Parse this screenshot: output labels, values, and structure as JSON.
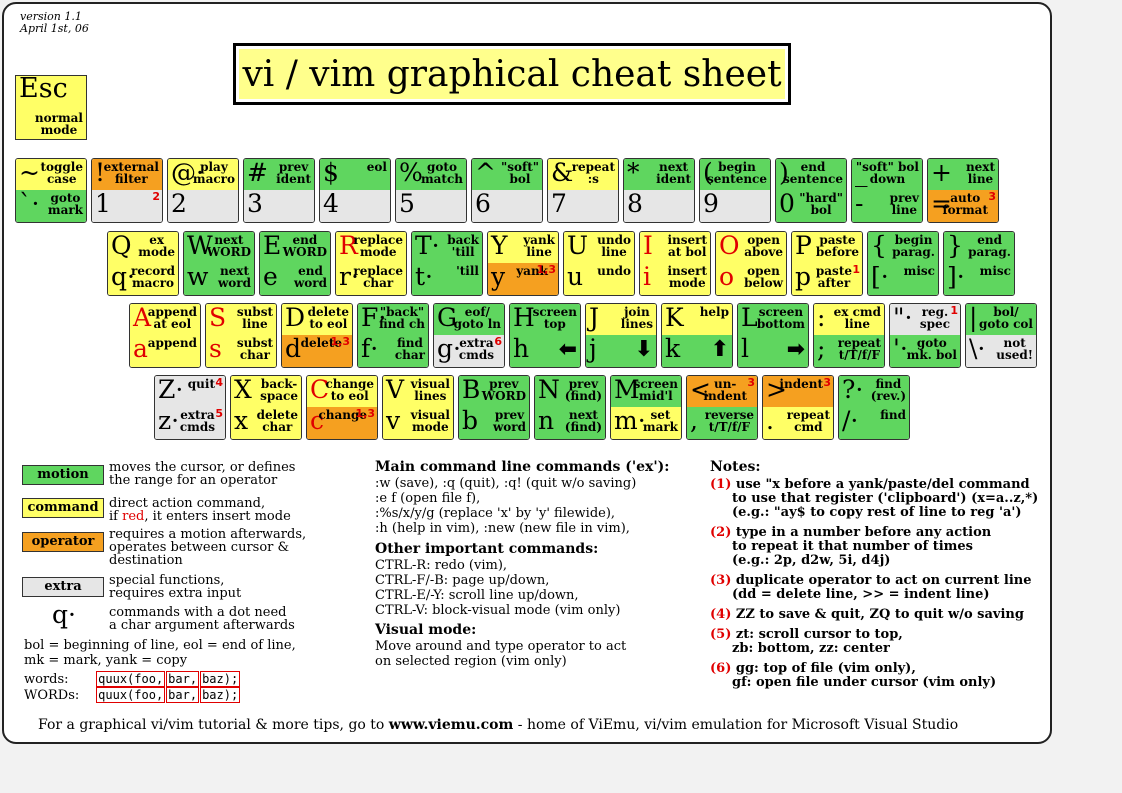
{
  "version": [
    "version 1.1",
    "April 1st, 06"
  ],
  "title": "vi / vim graphical cheat sheet",
  "esc": {
    "char": "Esc",
    "desc": "normal\nmode"
  },
  "rows": [
    [
      {
        "top": {
          "c": "~",
          "d": "toggle\ncase",
          "k": "y"
        },
        "bot": {
          "c": "`·",
          "d": "goto\nmark",
          "k": "g"
        }
      },
      {
        "top": {
          "c": "!",
          "d": "external\nfilter",
          "k": "o"
        },
        "bot": {
          "c": "1",
          "d": "",
          "k": "x",
          "s": "2"
        }
      },
      {
        "top": {
          "c": "@·",
          "d": "play\nmacro",
          "k": "y"
        },
        "bot": {
          "c": "2",
          "d": "",
          "k": "x"
        }
      },
      {
        "top": {
          "c": "#",
          "d": "prev\nident",
          "k": "g"
        },
        "bot": {
          "c": "3",
          "d": "",
          "k": "x"
        }
      },
      {
        "top": {
          "c": "$",
          "d": "eol",
          "k": "g"
        },
        "bot": {
          "c": "4",
          "d": "",
          "k": "x"
        }
      },
      {
        "top": {
          "c": "%",
          "d": "goto\nmatch",
          "k": "g"
        },
        "bot": {
          "c": "5",
          "d": "",
          "k": "x"
        }
      },
      {
        "top": {
          "c": "^",
          "d": "\"soft\"\nbol",
          "k": "g"
        },
        "bot": {
          "c": "6",
          "d": "",
          "k": "x"
        }
      },
      {
        "top": {
          "c": "&",
          "d": "repeat\n:s",
          "k": "y"
        },
        "bot": {
          "c": "7",
          "d": "",
          "k": "x"
        }
      },
      {
        "top": {
          "c": "*",
          "d": "next\nident",
          "k": "g"
        },
        "bot": {
          "c": "8",
          "d": "",
          "k": "x"
        }
      },
      {
        "top": {
          "c": "(",
          "d": "begin\nsentence",
          "k": "g"
        },
        "bot": {
          "c": "9",
          "d": "",
          "k": "x"
        }
      },
      {
        "top": {
          "c": ")",
          "d": "end\nsentence",
          "k": "g"
        },
        "bot": {
          "c": "0",
          "d": "\"hard\"\nbol",
          "k": "g"
        }
      },
      {
        "top": {
          "c": "_",
          "d": "\"soft\" bol\ndown",
          "k": "g"
        },
        "bot": {
          "c": "-",
          "d": "prev\nline",
          "k": "g"
        }
      },
      {
        "top": {
          "c": "+",
          "d": "next\nline",
          "k": "g"
        },
        "bot": {
          "c": "=",
          "d": "auto\nformat",
          "k": "o",
          "s": "3"
        }
      }
    ],
    [
      {
        "top": {
          "c": "Q",
          "d": "ex\nmode",
          "k": "y"
        },
        "bot": {
          "c": "q·",
          "d": "record\nmacro",
          "k": "y"
        }
      },
      {
        "top": {
          "c": "W",
          "d": "next\nWORD",
          "k": "g"
        },
        "bot": {
          "c": "w",
          "d": "next\nword",
          "k": "g"
        }
      },
      {
        "top": {
          "c": "E",
          "d": "end\nWORD",
          "k": "g"
        },
        "bot": {
          "c": "e",
          "d": "end\nword",
          "k": "g"
        }
      },
      {
        "top": {
          "c": "R",
          "d": "replace\nmode",
          "k": "y",
          "r": true
        },
        "bot": {
          "c": "r·",
          "d": "replace\nchar",
          "k": "y"
        }
      },
      {
        "top": {
          "c": "T·",
          "d": "back\n'till",
          "k": "g"
        },
        "bot": {
          "c": "t·",
          "d": "'till",
          "k": "g"
        }
      },
      {
        "top": {
          "c": "Y",
          "d": "yank\nline",
          "k": "y"
        },
        "bot": {
          "c": "y",
          "d": "yank",
          "k": "o",
          "s": "1,3"
        }
      },
      {
        "top": {
          "c": "U",
          "d": "undo\nline",
          "k": "y"
        },
        "bot": {
          "c": "u",
          "d": "undo",
          "k": "y"
        }
      },
      {
        "top": {
          "c": "I",
          "d": "insert\nat bol",
          "k": "y",
          "r": true
        },
        "bot": {
          "c": "i",
          "d": "insert\nmode",
          "k": "y",
          "r": true
        }
      },
      {
        "top": {
          "c": "O",
          "d": "open\nabove",
          "k": "y",
          "r": true
        },
        "bot": {
          "c": "o",
          "d": "open\nbelow",
          "k": "y",
          "r": true
        }
      },
      {
        "top": {
          "c": "P",
          "d": "paste\nbefore",
          "k": "y"
        },
        "bot": {
          "c": "p",
          "d": "paste\nafter",
          "k": "y",
          "s": "1"
        }
      },
      {
        "top": {
          "c": "{",
          "d": "begin\nparag.",
          "k": "g"
        },
        "bot": {
          "c": "[·",
          "d": "misc",
          "k": "g"
        }
      },
      {
        "top": {
          "c": "}",
          "d": "end\nparag.",
          "k": "g"
        },
        "bot": {
          "c": "]·",
          "d": "misc",
          "k": "g"
        }
      }
    ],
    [
      {
        "top": {
          "c": "A",
          "d": "append\nat eol",
          "k": "y",
          "r": true
        },
        "bot": {
          "c": "a",
          "d": "append",
          "k": "y",
          "r": true
        }
      },
      {
        "top": {
          "c": "S",
          "d": "subst\nline",
          "k": "y",
          "r": true
        },
        "bot": {
          "c": "s",
          "d": "subst\nchar",
          "k": "y",
          "r": true
        }
      },
      {
        "top": {
          "c": "D",
          "d": "delete\nto eol",
          "k": "y"
        },
        "bot": {
          "c": "d",
          "d": "delete",
          "k": "o",
          "s": "1,3"
        }
      },
      {
        "top": {
          "c": "F·",
          "d": "\"back\"\nfind ch",
          "k": "g"
        },
        "bot": {
          "c": "f·",
          "d": "find\nchar",
          "k": "g"
        }
      },
      {
        "top": {
          "c": "G",
          "d": "eof/\ngoto ln",
          "k": "g"
        },
        "bot": {
          "c": "g·",
          "d": "extra\ncmds",
          "k": "x",
          "s": "6"
        }
      },
      {
        "top": {
          "c": "H",
          "d": "screen\ntop",
          "k": "g"
        },
        "bot": {
          "c": "h",
          "d": "⬅",
          "k": "g"
        }
      },
      {
        "top": {
          "c": "J",
          "d": "join\nlines",
          "k": "y"
        },
        "bot": {
          "c": "j",
          "d": "⬇",
          "k": "g"
        }
      },
      {
        "top": {
          "c": "K",
          "d": "help",
          "k": "y"
        },
        "bot": {
          "c": "k",
          "d": "⬆",
          "k": "g"
        }
      },
      {
        "top": {
          "c": "L",
          "d": "screen\nbottom",
          "k": "g"
        },
        "bot": {
          "c": "l",
          "d": "➡",
          "k": "g"
        }
      },
      {
        "top": {
          "c": ":",
          "d": "ex cmd\nline",
          "k": "y"
        },
        "bot": {
          "c": ";",
          "d": "repeat\nt/T/f/F",
          "k": "g"
        }
      },
      {
        "top": {
          "c": "\"·",
          "d": "reg.\nspec",
          "k": "x",
          "s": "1"
        },
        "bot": {
          "c": "'·",
          "d": "goto\nmk. bol",
          "k": "g"
        }
      },
      {
        "top": {
          "c": "|",
          "d": "bol/\ngoto col",
          "k": "g"
        },
        "bot": {
          "c": "\\·",
          "d": "not\nused!",
          "k": "x"
        }
      }
    ],
    [
      {
        "top": {
          "c": "Z·",
          "d": "quit",
          "k": "x",
          "s": "4"
        },
        "bot": {
          "c": "z·",
          "d": "extra\ncmds",
          "k": "x",
          "s": "5"
        }
      },
      {
        "top": {
          "c": "X",
          "d": "back-\nspace",
          "k": "y"
        },
        "bot": {
          "c": "x",
          "d": "delete\nchar",
          "k": "y"
        }
      },
      {
        "top": {
          "c": "C",
          "d": "change\nto eol",
          "k": "y",
          "r": true
        },
        "bot": {
          "c": "c",
          "d": "change",
          "k": "o",
          "r": true,
          "s": "1,3"
        }
      },
      {
        "top": {
          "c": "V",
          "d": "visual\nlines",
          "k": "y"
        },
        "bot": {
          "c": "v",
          "d": "visual\nmode",
          "k": "y"
        }
      },
      {
        "top": {
          "c": "B",
          "d": "prev\nWORD",
          "k": "g"
        },
        "bot": {
          "c": "b",
          "d": "prev\nword",
          "k": "g"
        }
      },
      {
        "top": {
          "c": "N",
          "d": "prev\n(find)",
          "k": "g"
        },
        "bot": {
          "c": "n",
          "d": "next\n(find)",
          "k": "g"
        }
      },
      {
        "top": {
          "c": "M",
          "d": "screen\nmid'l",
          "k": "g"
        },
        "bot": {
          "c": "m·",
          "d": "set\nmark",
          "k": "y"
        }
      },
      {
        "top": {
          "c": "<",
          "d": "un-\nindent",
          "k": "o",
          "s": "3"
        },
        "bot": {
          "c": ",",
          "d": "reverse\nt/T/f/F",
          "k": "g"
        }
      },
      {
        "top": {
          "c": ">",
          "d": "indent",
          "k": "o",
          "s": "3"
        },
        "bot": {
          "c": ".",
          "d": "repeat\ncmd",
          "k": "y"
        }
      },
      {
        "top": {
          "c": "?·",
          "d": "find\n(rev.)",
          "k": "g"
        },
        "bot": {
          "c": "/·",
          "d": "find",
          "k": "g"
        }
      }
    ]
  ],
  "legend": [
    {
      "label": "motion",
      "k": "g",
      "text": "moves the cursor, or defines\nthe range for an operator"
    },
    {
      "label": "command",
      "k": "y",
      "text": "direct action command,\nif red, it enters insert mode"
    },
    {
      "label": "operator",
      "k": "o",
      "text": "requires a motion afterwards,\noperates between cursor &\ndestination"
    },
    {
      "label": "extra",
      "k": "x",
      "text": "special functions,\nrequires extra input"
    }
  ],
  "dot_legend": {
    "char": "q·",
    "text": "commands with a dot need\na char argument afterwards"
  },
  "bol_text": [
    "bol = beginning of line, eol = end of line,",
    "mk = mark, yank = copy"
  ],
  "words": {
    "label": "words:",
    "segs": [
      "quux(foo,",
      "bar,",
      "baz);"
    ]
  },
  "WORDs": {
    "label": "WORDs:",
    "segs": [
      "quux(foo,",
      "bar,",
      "baz);"
    ]
  },
  "main_cmd": {
    "title": "Main command line commands ('ex'):",
    "lines": [
      ":w (save), :q (quit), :q! (quit w/o saving)",
      ":e f (open file f),",
      ":%s/x/y/g (replace 'x' by 'y' filewide),",
      ":h (help in vim), :new (new file in vim),"
    ]
  },
  "other_cmd": {
    "title": "Other important commands:",
    "lines": [
      "CTRL-R: redo (vim),",
      "CTRL-F/-B: page up/down,",
      "CTRL-E/-Y: scroll line up/down,",
      "CTRL-V: block-visual mode (vim only)"
    ]
  },
  "visual_mode": {
    "title": "Visual mode:",
    "lines": [
      "Move around and type operator to act",
      "on selected region (vim only)"
    ]
  },
  "notes": {
    "title": "Notes:",
    "items": [
      {
        "num": "(1)",
        "lines": [
          "use \"x before a yank/paste/del command",
          "to use that register ('clipboard') (x=a..z,*)",
          "(e.g.: \"ay$ to copy rest of line to reg 'a')"
        ]
      },
      {
        "num": "(2)",
        "lines": [
          "type in a number before any action",
          "to repeat it that number of times",
          "(e.g.: 2p, d2w, 5i, d4j)"
        ]
      },
      {
        "num": "(3)",
        "lines": [
          "duplicate operator to act on current line",
          "(dd = delete line, >> = indent line)"
        ]
      },
      {
        "num": "(4)",
        "lines": [
          "ZZ to save & quit, ZQ to quit w/o saving"
        ]
      },
      {
        "num": "(5)",
        "lines": [
          "zt: scroll cursor to top,",
          "zb: bottom, zz: center"
        ]
      },
      {
        "num": "(6)",
        "lines": [
          "gg: top of file (vim only),",
          "gf: open file under cursor (vim only)"
        ]
      }
    ]
  },
  "footer": {
    "pre": "For a graphical vi/vim tutorial & more tips, go to ",
    "url": "www.viemu.com",
    "post": " - home of ViEmu, vi/vim emulation for Microsoft Visual Studio"
  }
}
